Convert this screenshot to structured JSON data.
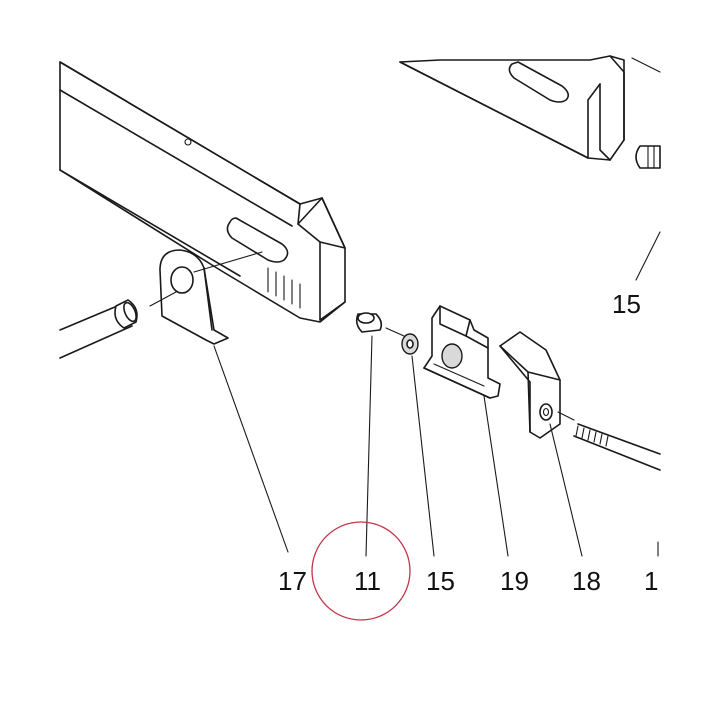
{
  "callouts": {
    "c15_top": "15",
    "c17": "17",
    "c11": "11",
    "c15": "15",
    "c19": "19",
    "c18": "18",
    "c1_partial": "1"
  },
  "highlight_color": "#c0354a"
}
